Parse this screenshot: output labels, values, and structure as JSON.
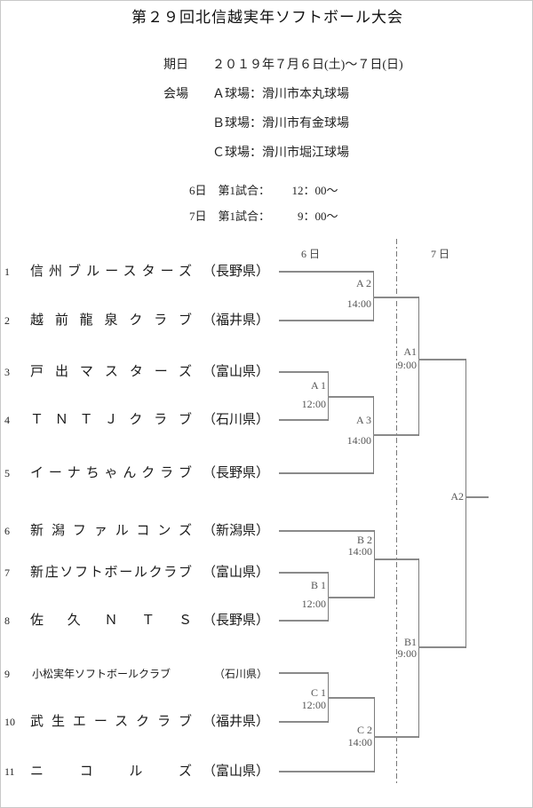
{
  "page": {
    "title": "第２９回北信越実年ソフトボール大会"
  },
  "info": {
    "date_label": "期日",
    "date_value": "２０１９年７月６日(土)～７日(日)",
    "venue_label": "会場",
    "venues": [
      "Ａ球場：滑川市本丸球場",
      "Ｂ球場：滑川市有金球場",
      "Ｃ球場：滑川市堀江球場"
    ],
    "schedule": [
      {
        "day": "6日",
        "label": "第1試合：",
        "time": "12：00～"
      },
      {
        "day": "7日",
        "label": "第1試合：",
        "time": "9：00～"
      }
    ]
  },
  "bracket": {
    "day1_header": "6日",
    "day2_header": "7日",
    "teams": [
      {
        "no": "1",
        "name": "信州ブルースターズ",
        "pref": "（長野県）"
      },
      {
        "no": "2",
        "name": "越前龍泉クラブ",
        "pref": "（福井県）"
      },
      {
        "no": "3",
        "name": "戸出マスターズ",
        "pref": "（富山県）"
      },
      {
        "no": "4",
        "name": "ＴＮＴＪクラブ",
        "pref": "（石川県）"
      },
      {
        "no": "5",
        "name": "イーナちゃんクラブ",
        "pref": "（長野県）"
      },
      {
        "no": "6",
        "name": "新潟ファルコンズ",
        "pref": "（新潟県）"
      },
      {
        "no": "7",
        "name": "新庄ソフトボールクラブ",
        "pref": "（富山県）"
      },
      {
        "no": "8",
        "name": "佐久ＮＴＳ",
        "pref": "（長野県）"
      },
      {
        "no": "9",
        "name": "小松実年ソフトボールクラブ",
        "pref": "（石川県）"
      },
      {
        "no": "10",
        "name": "武生エースクラブ",
        "pref": "（福井県）"
      },
      {
        "no": "11",
        "name": "ニコルズ",
        "pref": "（富山県）"
      }
    ],
    "matches": {
      "a2_day1": {
        "code": "A 2",
        "time": "14:00"
      },
      "a1_day1": {
        "code": "A 1",
        "time": "12:00"
      },
      "a3_day1": {
        "code": "A 3",
        "time": "14:00"
      },
      "b2_day1": {
        "code": "B 2",
        "time": "14:00"
      },
      "b1_day1": {
        "code": "B 1",
        "time": "12:00"
      },
      "c1_day1": {
        "code": "C 1",
        "time": "12:00"
      },
      "c2_day1": {
        "code": "C 2",
        "time": "14:00"
      },
      "a1_day2": {
        "code": "A1",
        "time": "9:00"
      },
      "b1_day2": {
        "code": "B1",
        "time": "9:00"
      },
      "final_day2": {
        "code": "A2"
      }
    }
  }
}
